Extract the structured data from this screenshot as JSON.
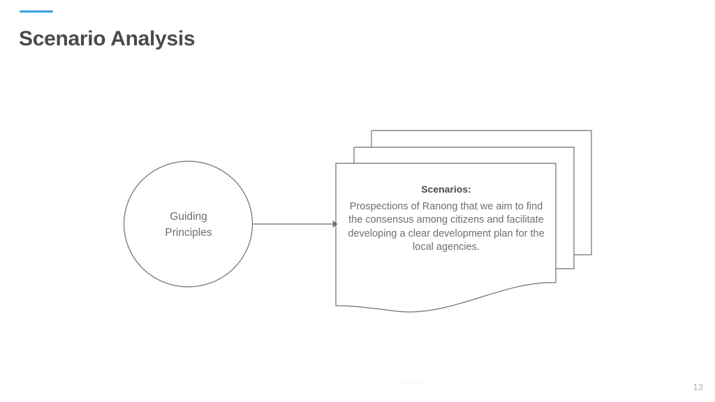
{
  "slide": {
    "title": "Scenario Analysis",
    "page_number": "13",
    "accent_color": "#3aa0e8",
    "title_color": "#4a4a4a",
    "stroke_color": "#6e6e6e",
    "background": "#ffffff"
  },
  "diagram": {
    "type": "flow",
    "source_node": {
      "shape": "circle",
      "label": "Guiding\nPrinciples",
      "label_line1": "Guiding",
      "label_line2": "Principles"
    },
    "connector": {
      "kind": "arrow",
      "direction": "right"
    },
    "target_node": {
      "shape": "stacked-documents",
      "stack_count": 3,
      "heading": "Scenarios:",
      "body": "Prospections of Ranong that we aim to find the consensus among citizens and facilitate developing a clear development plan for the local agencies."
    }
  }
}
